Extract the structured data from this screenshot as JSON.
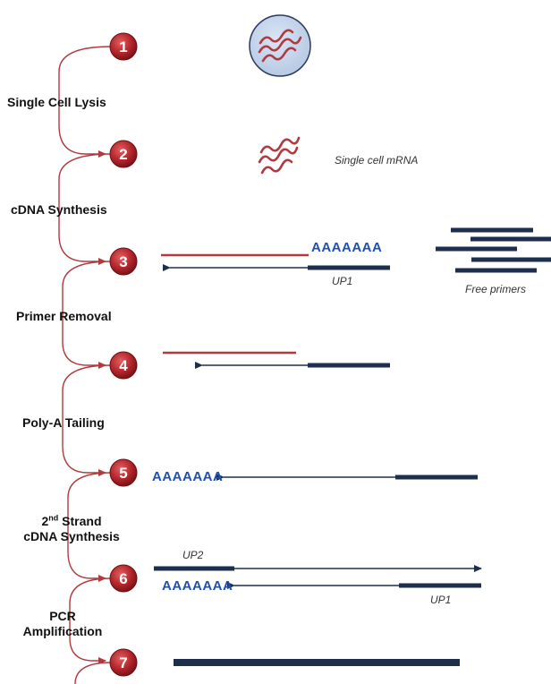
{
  "colors": {
    "rna": "#b03a3e",
    "dna": "#1d2f4d",
    "polyA": "#1f4fb0",
    "circle": "#b4262c"
  },
  "steps": [
    {
      "number": "1",
      "label": "Single Cell Lysis"
    },
    {
      "number": "2",
      "label": "cDNA Synthesis"
    },
    {
      "number": "3",
      "label": "Primer Removal"
    },
    {
      "number": "4",
      "label": "Poly-A Tailing"
    },
    {
      "number": "5",
      "label_main": "2",
      "label_sup": "nd",
      "label_rest": " Strand",
      "label_line2": "cDNA Synthesis"
    },
    {
      "number": "6",
      "label_line1": "PCR",
      "label_line2": "Amplification"
    },
    {
      "number": "7"
    }
  ],
  "annotations": {
    "single_cell_mrna": "Single cell mRNA",
    "up1_step3": "UP1",
    "free_primers": "Free primers",
    "up2": "UP2",
    "up1_step6": "UP1"
  },
  "poly_a": {
    "step3": "AAAAAAA",
    "step5": "AAAAAAA",
    "step6": "AAAAAAA"
  }
}
